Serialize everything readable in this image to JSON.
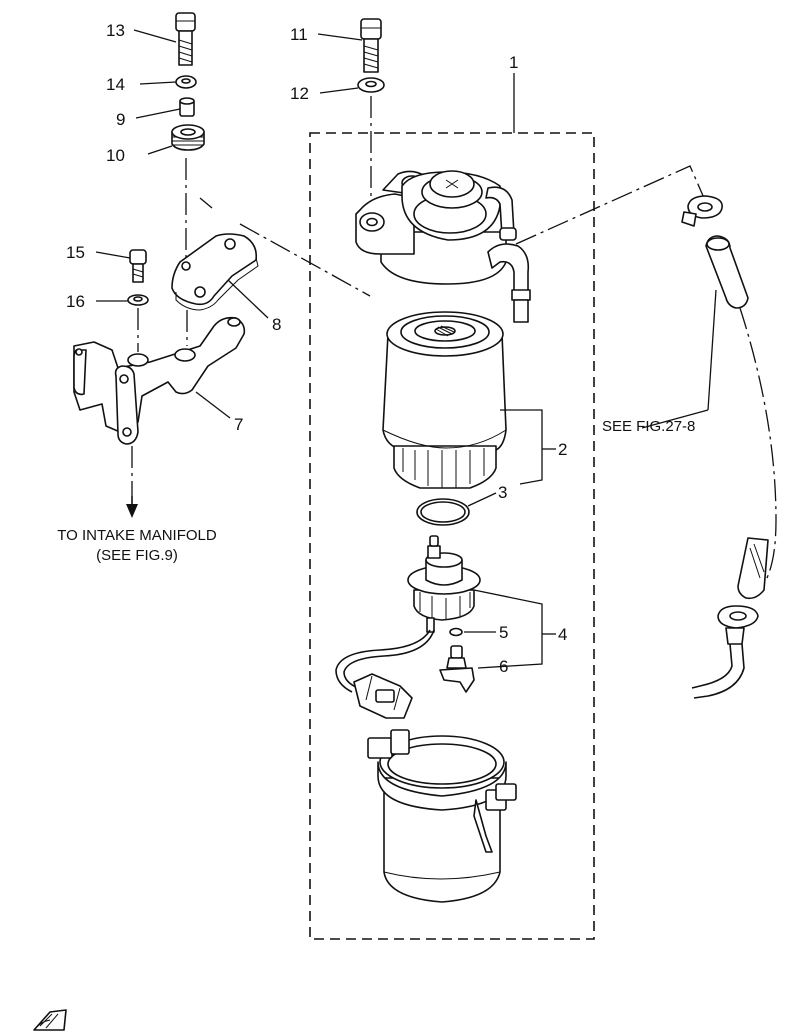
{
  "callouts": {
    "c1": "1",
    "c2": "2",
    "c3": "3",
    "c4": "4",
    "c5": "5",
    "c6": "6",
    "c7": "7",
    "c8": "8",
    "c9": "9",
    "c10": "10",
    "c11": "11",
    "c12": "12",
    "c13": "13",
    "c14": "14",
    "c15": "15",
    "c16": "16"
  },
  "notes": {
    "see_fig": "SEE FIG.27-8",
    "manifold_line1": "TO INTAKE MANIFOLD",
    "manifold_line2": "(SEE FIG.9)"
  },
  "colors": {
    "line": "#111111",
    "background": "#ffffff"
  },
  "icons": {
    "corner_logo": "book-icon"
  }
}
